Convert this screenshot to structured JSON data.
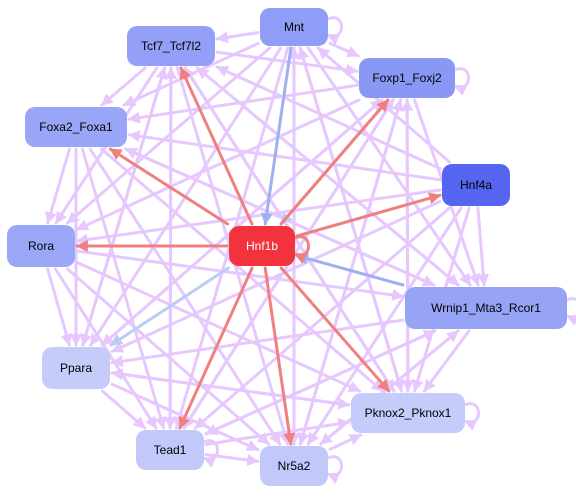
{
  "colors": {
    "pink_edge": "#e6c8ff",
    "red_edge": "#f08080",
    "blue_edge": "#9fb0f0",
    "lightblue_edge": "#b9cdf5",
    "hub": "#f2323c",
    "hub_text": "#ffffff",
    "node_text": "#000000"
  },
  "nodes": [
    {
      "id": "mnt",
      "label": "Mnt",
      "fill": "#8f9df7"
    },
    {
      "id": "tcf7",
      "label": "Tcf7_Tcf7l2",
      "fill": "#94a0f8"
    },
    {
      "id": "foxp1",
      "label": "Foxp1_Foxj2",
      "fill": "#8a98f5"
    },
    {
      "id": "foxa2",
      "label": "Foxa2_Foxa1",
      "fill": "#99a5f6"
    },
    {
      "id": "hnf4a",
      "label": "Hnf4a",
      "fill": "#5565f0"
    },
    {
      "id": "rora",
      "label": "Rora",
      "fill": "#9aa6f6"
    },
    {
      "id": "hnf1b",
      "label": "Hnf1b",
      "fill": "#f2323c",
      "hub": true
    },
    {
      "id": "wrnip1",
      "label": "Wrnip1_Mta3_Rcor1",
      "fill": "#97a3f5"
    },
    {
      "id": "ppara",
      "label": "Ppara",
      "fill": "#c6ccfa"
    },
    {
      "id": "pknox2",
      "label": "Pknox2_Pknox1",
      "fill": "#c6ccfa"
    },
    {
      "id": "tead1",
      "label": "Tead1",
      "fill": "#c2c9fa"
    },
    {
      "id": "nr5a2",
      "label": "Nr5a2",
      "fill": "#c2c9fa"
    }
  ],
  "edges": [
    {
      "from": "mnt",
      "to": "hnf1b",
      "color": "blue"
    },
    {
      "from": "wrnip1",
      "to": "hnf1b",
      "color": "blue"
    },
    {
      "from": "foxp1",
      "to": "hnf1b",
      "color": "lightblue"
    },
    {
      "from": "hnf1b",
      "to": "tcf7",
      "color": "red"
    },
    {
      "from": "hnf1b",
      "to": "foxa2",
      "color": "red"
    },
    {
      "from": "hnf1b",
      "to": "hnf4a",
      "color": "red"
    },
    {
      "from": "hnf1b",
      "to": "rora",
      "color": "red"
    },
    {
      "from": "hnf1b",
      "to": "tead1",
      "color": "red"
    },
    {
      "from": "hnf1b",
      "to": "nr5a2",
      "color": "red"
    },
    {
      "from": "hnf1b",
      "to": "pknox2",
      "color": "red"
    },
    {
      "from": "hnf1b",
      "to": "foxp1",
      "color": "red"
    },
    {
      "from": "hnf1b",
      "to": "ppara",
      "color": "lightblue"
    },
    {
      "from": "hnf1b",
      "to": "hnf1b",
      "color": "red",
      "self": true
    },
    {
      "from": "mnt",
      "to": "mnt",
      "color": "pink",
      "self": true
    },
    {
      "from": "foxp1",
      "to": "foxp1",
      "color": "pink",
      "self": true
    },
    {
      "from": "wrnip1",
      "to": "wrnip1",
      "color": "pink",
      "self": true
    },
    {
      "from": "pknox2",
      "to": "pknox2",
      "color": "pink",
      "self": true
    },
    {
      "from": "tead1",
      "to": "tead1",
      "color": "pink",
      "self": true
    },
    {
      "from": "nr5a2",
      "to": "nr5a2",
      "color": "pink",
      "self": true
    },
    {
      "from": "mnt",
      "to": "tcf7",
      "color": "pink"
    },
    {
      "from": "mnt",
      "to": "foxp1",
      "color": "pink"
    },
    {
      "from": "mnt",
      "to": "foxa2",
      "color": "pink"
    },
    {
      "from": "mnt",
      "to": "rora",
      "color": "pink"
    },
    {
      "from": "mnt",
      "to": "ppara",
      "color": "pink"
    },
    {
      "from": "mnt",
      "to": "tead1",
      "color": "pink"
    },
    {
      "from": "mnt",
      "to": "nr5a2",
      "color": "pink"
    },
    {
      "from": "mnt",
      "to": "pknox2",
      "color": "pink"
    },
    {
      "from": "mnt",
      "to": "wrnip1",
      "color": "pink"
    },
    {
      "from": "tcf7",
      "to": "foxp1",
      "color": "pink"
    },
    {
      "from": "tcf7",
      "to": "foxa2",
      "color": "pink"
    },
    {
      "from": "tcf7",
      "to": "rora",
      "color": "pink"
    },
    {
      "from": "tcf7",
      "to": "tead1",
      "color": "pink"
    },
    {
      "from": "tcf7",
      "to": "nr5a2",
      "color": "pink"
    },
    {
      "from": "tcf7",
      "to": "pknox2",
      "color": "pink"
    },
    {
      "from": "tcf7",
      "to": "wrnip1",
      "color": "pink"
    },
    {
      "from": "tcf7",
      "to": "ppara",
      "color": "pink"
    },
    {
      "from": "foxp1",
      "to": "foxa2",
      "color": "pink"
    },
    {
      "from": "foxp1",
      "to": "rora",
      "color": "pink"
    },
    {
      "from": "foxp1",
      "to": "ppara",
      "color": "pink"
    },
    {
      "from": "foxp1",
      "to": "tead1",
      "color": "pink"
    },
    {
      "from": "foxp1",
      "to": "nr5a2",
      "color": "pink"
    },
    {
      "from": "foxp1",
      "to": "pknox2",
      "color": "pink"
    },
    {
      "from": "foxp1",
      "to": "wrnip1",
      "color": "pink"
    },
    {
      "from": "foxa2",
      "to": "rora",
      "color": "pink"
    },
    {
      "from": "foxa2",
      "to": "ppara",
      "color": "pink"
    },
    {
      "from": "foxa2",
      "to": "tead1",
      "color": "pink"
    },
    {
      "from": "foxa2",
      "to": "nr5a2",
      "color": "pink"
    },
    {
      "from": "foxa2",
      "to": "pknox2",
      "color": "pink"
    },
    {
      "from": "foxa2",
      "to": "wrnip1",
      "color": "pink"
    },
    {
      "from": "hnf4a",
      "to": "tcf7",
      "color": "pink"
    },
    {
      "from": "hnf4a",
      "to": "foxa2",
      "color": "pink"
    },
    {
      "from": "hnf4a",
      "to": "rora",
      "color": "pink"
    },
    {
      "from": "hnf4a",
      "to": "ppara",
      "color": "pink"
    },
    {
      "from": "hnf4a",
      "to": "tead1",
      "color": "pink"
    },
    {
      "from": "hnf4a",
      "to": "nr5a2",
      "color": "pink"
    },
    {
      "from": "hnf4a",
      "to": "pknox2",
      "color": "pink"
    },
    {
      "from": "hnf4a",
      "to": "wrnip1",
      "color": "pink"
    },
    {
      "from": "rora",
      "to": "ppara",
      "color": "pink"
    },
    {
      "from": "rora",
      "to": "tead1",
      "color": "pink"
    },
    {
      "from": "rora",
      "to": "nr5a2",
      "color": "pink"
    },
    {
      "from": "rora",
      "to": "pknox2",
      "color": "pink"
    },
    {
      "from": "rora",
      "to": "wrnip1",
      "color": "pink"
    },
    {
      "from": "wrnip1",
      "to": "ppara",
      "color": "pink"
    },
    {
      "from": "wrnip1",
      "to": "tead1",
      "color": "pink"
    },
    {
      "from": "wrnip1",
      "to": "nr5a2",
      "color": "pink"
    },
    {
      "from": "wrnip1",
      "to": "pknox2",
      "color": "pink"
    },
    {
      "from": "wrnip1",
      "to": "foxa2",
      "color": "pink"
    },
    {
      "from": "wrnip1",
      "to": "tcf7",
      "color": "pink"
    },
    {
      "from": "ppara",
      "to": "tead1",
      "color": "pink"
    },
    {
      "from": "ppara",
      "to": "nr5a2",
      "color": "pink"
    },
    {
      "from": "ppara",
      "to": "pknox2",
      "color": "pink"
    },
    {
      "from": "ppara",
      "to": "foxp1",
      "color": "pink"
    },
    {
      "from": "ppara",
      "to": "tcf7",
      "color": "pink"
    },
    {
      "from": "tead1",
      "to": "nr5a2",
      "color": "pink"
    },
    {
      "from": "tead1",
      "to": "pknox2",
      "color": "pink"
    },
    {
      "from": "tead1",
      "to": "foxp1",
      "color": "pink"
    },
    {
      "from": "tead1",
      "to": "wrnip1",
      "color": "pink"
    },
    {
      "from": "tead1",
      "to": "tcf7",
      "color": "pink"
    },
    {
      "from": "nr5a2",
      "to": "pknox2",
      "color": "pink"
    },
    {
      "from": "nr5a2",
      "to": "foxp1",
      "color": "pink"
    },
    {
      "from": "nr5a2",
      "to": "wrnip1",
      "color": "pink"
    },
    {
      "from": "nr5a2",
      "to": "mnt",
      "color": "pink"
    },
    {
      "from": "pknox2",
      "to": "mnt",
      "color": "pink"
    },
    {
      "from": "pknox2",
      "to": "foxp1",
      "color": "pink"
    },
    {
      "from": "pknox2",
      "to": "tcf7",
      "color": "pink"
    },
    {
      "from": "pknox2",
      "to": "ppara",
      "color": "pink"
    },
    {
      "from": "hnf4a",
      "to": "mnt",
      "color": "pink"
    }
  ]
}
